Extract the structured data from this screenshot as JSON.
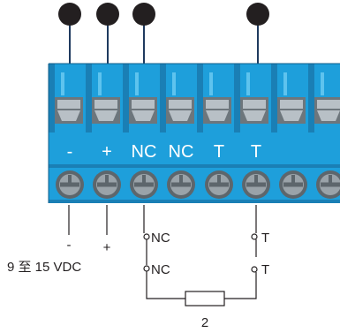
{
  "terminal_block": {
    "colors": {
      "body": "#1E9FDB",
      "body_dark": "#1A7FB5",
      "body_light": "#5EC3EE",
      "outline": "#0F5E8A",
      "screw_face": "#9AA3A9",
      "screw_dark": "#5D666C",
      "clamp_light": "#B8C0C6",
      "clamp_dark": "#6D767C"
    },
    "terminal_labels": [
      "-",
      "+",
      "NC",
      "NC",
      "T",
      "T"
    ]
  },
  "pins": {
    "color": "#231F20",
    "wire_color": "#1F3A5F",
    "count": 4
  },
  "wiring": {
    "left_wire_labels": [
      "-",
      "+"
    ],
    "power_label": "9 至 15 VDC",
    "nc_contact_labels": [
      "NC",
      "NC"
    ],
    "t_contact_labels": [
      "T",
      "T"
    ],
    "resistor_label": "2",
    "line_color": "#231F20"
  }
}
